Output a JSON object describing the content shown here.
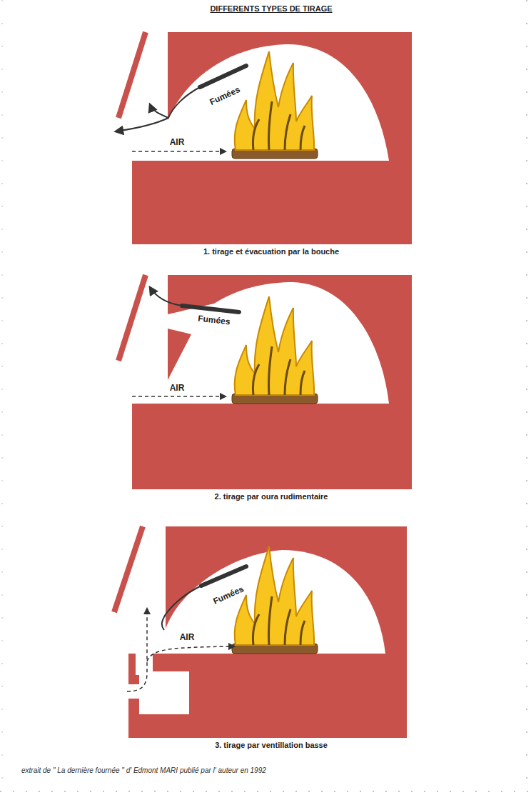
{
  "diagram": {
    "title": "DIFFERENTS TYPES DE TIRAGE",
    "caption": "extrait de \" La dernière fournée \" d' Edmont MARI publié par l' auteur en 1992",
    "labels": [
      "Fumées",
      "AIR",
      "1. tirage et évacuation par la bouche",
      "Fumées",
      "AIR",
      "2. tirage par oura rudimentaire",
      "Fumées",
      "AIR",
      "3. tirage par ventillation basse"
    ]
  }
}
